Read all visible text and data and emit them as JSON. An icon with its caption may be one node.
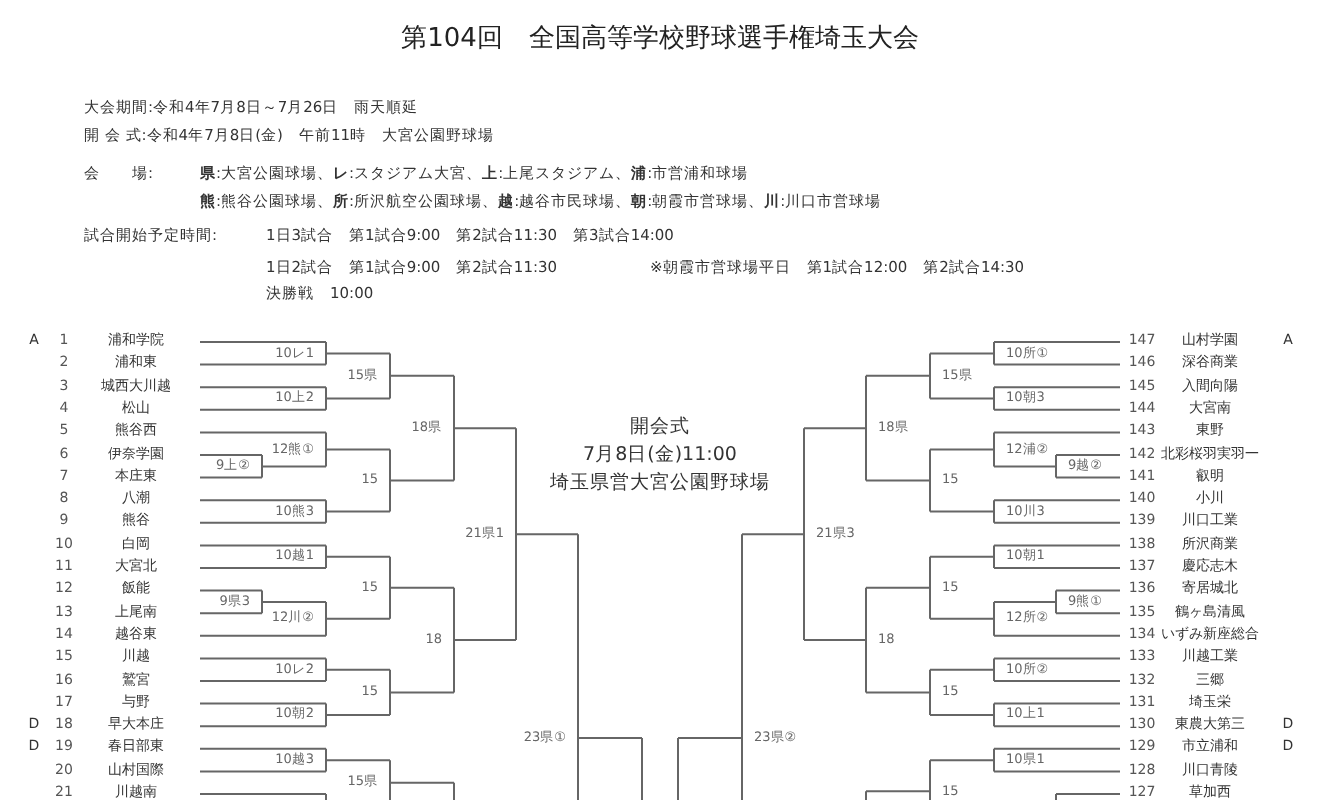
{
  "diagram": {
    "title": "第104回　全国高等学校野球選手権埼玉大会",
    "labels": [
      "大会期間:令和4年7月8日～7月26日　雨天順延",
      "開 会 式:令和4年7月8日(金)　午前11時　大宮公園野球場",
      "会　　場:",
      "**県**:大宮公園球場、**レ**:スタジアム大宮、**上**:上尾スタジアム、**浦**:市営浦和球場",
      "**熊**:熊谷公園球場、**所**:所沢航空公園球場、**越**:越谷市民球場、**朝**:朝霞市営球場、**川**:川口市営球場",
      "試合開始予定時間:",
      "1日3試合　第1試合9:00　第2試合11:30　第3試合14:00",
      "1日2試合　第1試合9:00　第2試合11:30",
      "※朝霞市営球場平日　第1試合12:00　第2試合14:30",
      "決勝戦　10:00",
      "開会式",
      "7月8日(金)11:00",
      "埼玉県営大宮公園野球場",
      "A",
      "1",
      "浦和学院",
      "2",
      "浦和東",
      "3",
      "城西大川越",
      "4",
      "松山",
      "5",
      "熊谷西",
      "6",
      "伊奈学園",
      "7",
      "本庄東",
      "8",
      "八潮",
      "9",
      "熊谷",
      "10",
      "白岡",
      "11",
      "大宮北",
      "12",
      "飯能",
      "13",
      "上尾南",
      "14",
      "越谷東",
      "15",
      "川越",
      "16",
      "鷲宮",
      "17",
      "与野",
      "D",
      "18",
      "早大本庄",
      "D",
      "19",
      "春日部東",
      "20",
      "山村国際",
      "21",
      "川越南",
      "147",
      "山村学園",
      "A",
      "146",
      "深谷商業",
      "145",
      "入間向陽",
      "144",
      "大宮南",
      "143",
      "東野",
      "142",
      "北彩桜羽実羽一",
      "141",
      "叡明",
      "140",
      "小川",
      "139",
      "川口工業",
      "138",
      "所沢商業",
      "137",
      "慶応志木",
      "136",
      "寄居城北",
      "135",
      "鶴ヶ島清風",
      "134",
      "いずみ新座総合",
      "133",
      "川越工業",
      "132",
      "三郷",
      "131",
      "埼玉栄",
      "130",
      "東農大第三",
      "D",
      "129",
      "市立浦和",
      "D",
      "128",
      "川口青陵",
      "127",
      "草加西",
      "10レ1",
      "15県",
      "10上2",
      "18県",
      "12熊①",
      "9上②",
      "15",
      "10熊3",
      "21県1",
      "10越1",
      "15",
      "9県3",
      "12川②",
      "18",
      "10レ2",
      "15",
      "10朝2",
      "23県①",
      "10越3",
      "15県",
      "10所①",
      "15県",
      "10朝3",
      "18県",
      "12浦②",
      "9越②",
      "15",
      "10川3",
      "21県3",
      "10朝1",
      "15",
      "9熊①",
      "12所②",
      "18",
      "10所②",
      "15",
      "10上1",
      "23県②",
      "10県1",
      "15"
    ]
  }
}
